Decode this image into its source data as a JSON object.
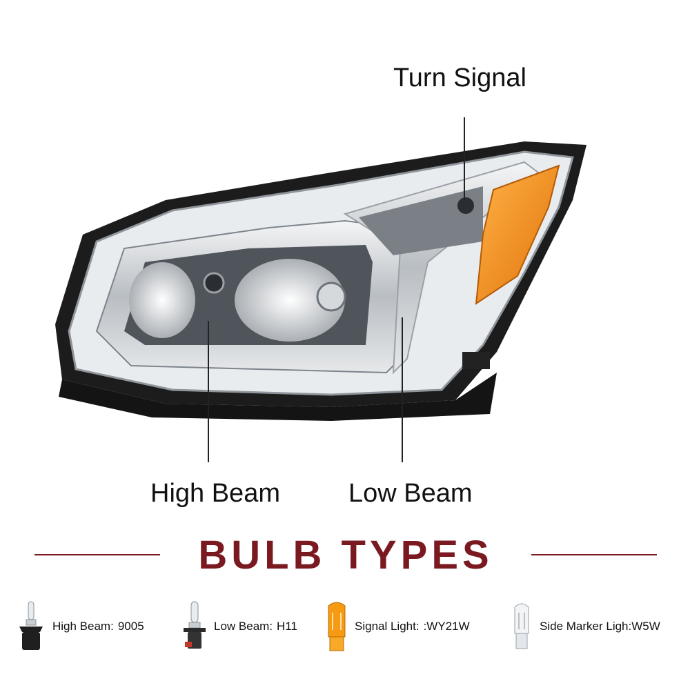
{
  "callouts": {
    "turn_signal": "Turn Signal",
    "high_beam": "High Beam",
    "low_beam": "Low Beam"
  },
  "section_title": "BULB TYPES",
  "bulbs": [
    {
      "label": "High Beam:",
      "value": "9005",
      "icon": "bulb-9005-icon"
    },
    {
      "label": "Low Beam:",
      "value": "H11",
      "icon": "bulb-h11-icon"
    },
    {
      "label": "Signal Light:",
      "value": ":WY21W",
      "icon": "bulb-amber-signal-icon"
    },
    {
      "label": "Side Marker Ligh:",
      "value": "W5W",
      "icon": "bulb-wedge-w5w-icon"
    }
  ],
  "colors": {
    "title": "#7a1a20",
    "amber_lens": "#f08a12",
    "chrome": "#c8ccd0",
    "housing": "#1c1c1c"
  }
}
